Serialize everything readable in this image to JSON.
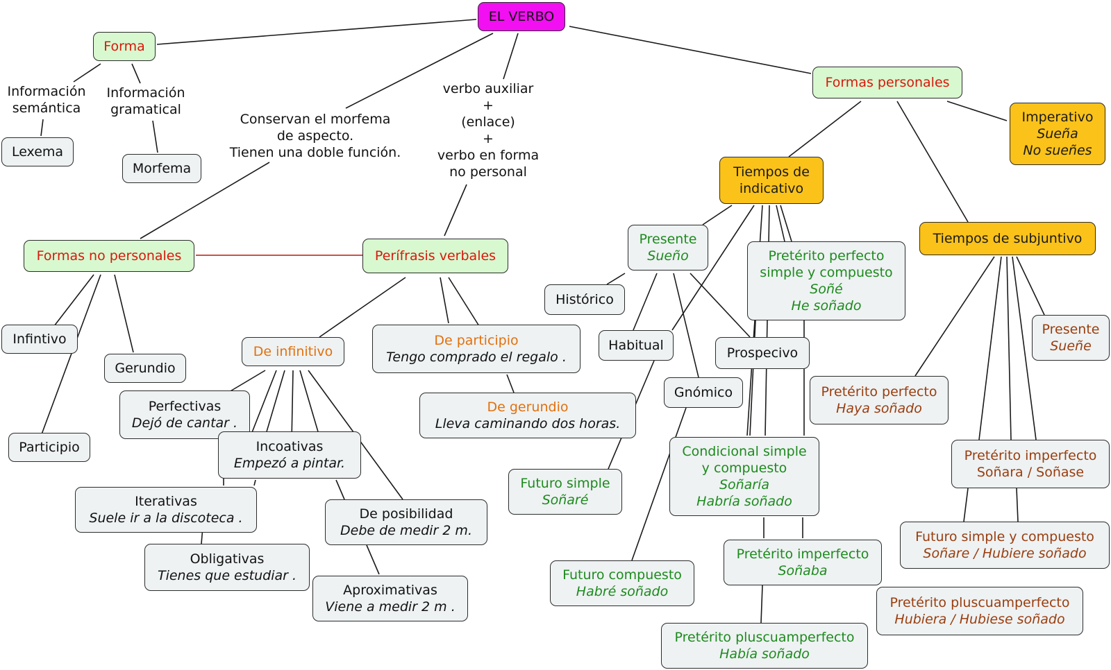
{
  "diagram": {
    "root": "EL VERBO",
    "forma": {
      "title": "Forma",
      "info_semantica": "Información semántica",
      "lexema": "Lexema",
      "info_gramatical": "Información gramatical",
      "morfema": "Morfema"
    },
    "aspecto_label": [
      "Conservan el morfema",
      "de aspecto.",
      "Tienen una doble función."
    ],
    "perifrasis_label": [
      "verbo auxiliar",
      "+",
      "(enlace)",
      "+",
      "verbo en forma",
      "no personal"
    ],
    "no_personales": {
      "title": "Formas no personales",
      "infinitivo": "Infintivo",
      "gerundio": "Gerundio",
      "participio": "Participio"
    },
    "perifrasis": {
      "title": "Perífrasis verbales",
      "de_infinitivo": "De infinitivo",
      "perfectivas": [
        "Perfectivas",
        "Dejó de cantar ."
      ],
      "incoativas": [
        "Incoativas",
        "Empezó a pintar."
      ],
      "iterativas": [
        "Iterativas",
        "Suele ir a la discoteca ."
      ],
      "obligativas": [
        "Obligativas",
        "Tienes que estudiar ."
      ],
      "posibilidad": [
        "De posibilidad",
        "Debe de medir 2 m."
      ],
      "aproximativas": [
        "Aproximativas",
        "Viene a medir 2 m ."
      ],
      "de_participio": [
        "De participio",
        "Tengo comprado el regalo ."
      ],
      "de_gerundio": [
        "De gerundio",
        "Lleva caminando dos horas."
      ]
    },
    "personales": {
      "title": "Formas personales",
      "imperativo": [
        "Imperativo",
        "Sueña",
        "No sueñes"
      ]
    },
    "indicativo": {
      "title": [
        "Tiempos de",
        "indicativo"
      ],
      "presente": [
        "Presente",
        "Sueño"
      ],
      "historico": "Histórico",
      "habitual": "Habitual",
      "prospecivo": "Prospecivo",
      "gnomico": "Gnómico",
      "pret_perfecto": [
        "Pretérito perfecto",
        "simple y compuesto",
        "Soñé",
        "He soñado"
      ],
      "futuro_simple": [
        "Futuro simple",
        "Soñaré"
      ],
      "condicional": [
        "Condicional simple",
        "y compuesto",
        "Soñaría",
        "Habría soñado"
      ],
      "futuro_compuesto": [
        "Futuro compuesto",
        "Habré soñado"
      ],
      "pret_imperfecto": [
        "Pretérito imperfecto",
        "Soñaba"
      ],
      "pret_pluscuamperfecto": [
        "Pretérito pluscuamperfecto",
        "Había soñado"
      ]
    },
    "subjuntivo": {
      "title": "Tiempos de subjuntivo",
      "presente": [
        "Presente",
        "Sueñe"
      ],
      "pret_perfecto": [
        "Pretérito perfecto",
        "Haya soñado"
      ],
      "pret_imperfecto": [
        "Pretérito imperfecto",
        "Soñara / Soñase"
      ],
      "futuro": [
        "Futuro simple y compuesto",
        "Soñare / Hubiere soñado"
      ],
      "pret_pluscuamperfecto": [
        "Pretérito pluscuamperfecto",
        "Hubiera / Hubiese soñado"
      ]
    }
  },
  "colors": {
    "root_fill": "#f20ff2",
    "green_fill": "#d8f8cf",
    "orange_fill": "#fbc21a",
    "gray_fill": "#eef2f3",
    "title_red": "#d8180c",
    "ink_orange": "#e2700c",
    "ink_green": "#1d8a1d",
    "ink_brown": "#9a3d0e",
    "link_red": "#c0392b"
  }
}
